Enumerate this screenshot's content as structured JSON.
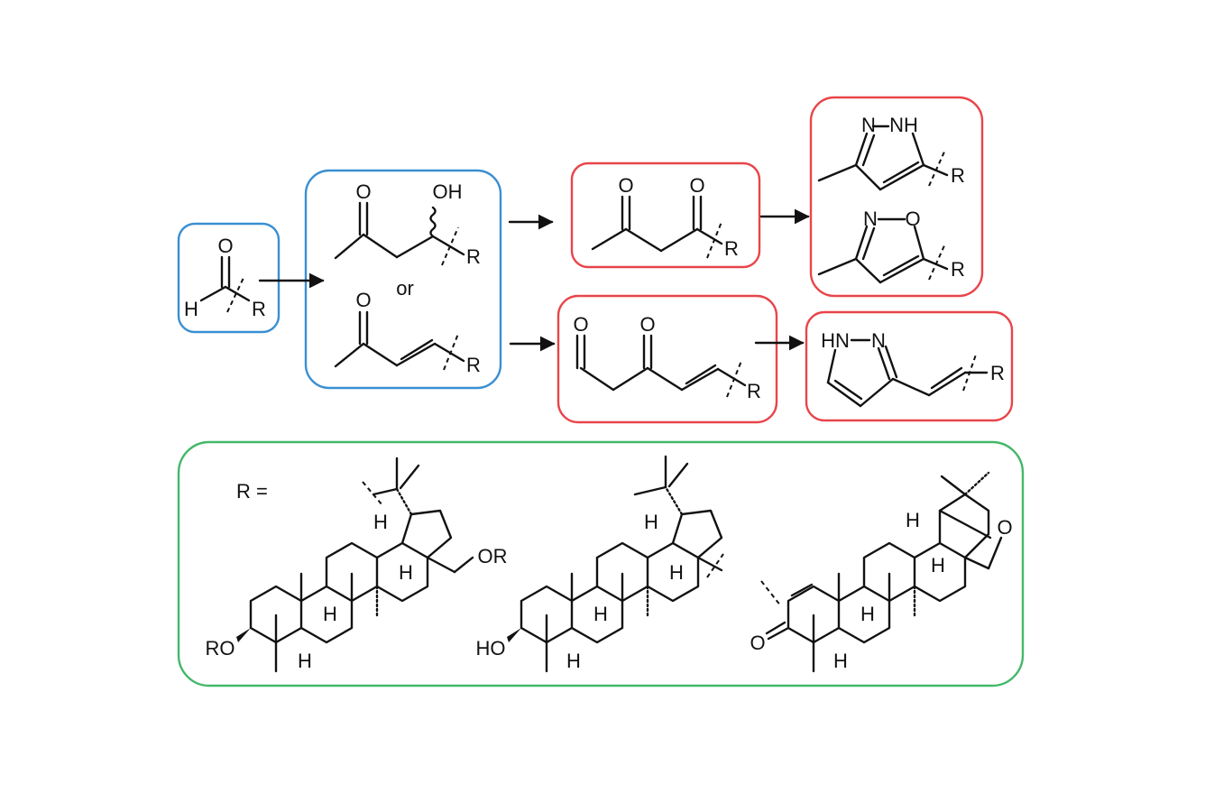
{
  "colors": {
    "starting_material_box": "#3a8fd1",
    "product_box": "#e8454a",
    "r_group_box": "#43b86a",
    "ink": "#111111"
  },
  "reactant": {
    "atoms": {
      "o": "O",
      "h": "H",
      "r": "R"
    }
  },
  "intermediates": {
    "aldol": {
      "o": "O",
      "oh": "OH",
      "r": "R"
    },
    "or_label": "or",
    "enone": {
      "o": "O",
      "r": "R"
    }
  },
  "diketone": {
    "o1": "O",
    "o2": "O",
    "r": "R"
  },
  "pyrazole_isoxazole": {
    "pyrazole": {
      "n": "N",
      "nh": "NH",
      "r": "R"
    },
    "isoxazole": {
      "n": "N",
      "o": "O",
      "r": "R"
    }
  },
  "keto_aldehyde": {
    "o1": "O",
    "o2": "O",
    "r": "R"
  },
  "vinyl_pyrazole": {
    "hn": "HN",
    "n": "N",
    "r": "R"
  },
  "r_group": {
    "label": "R =",
    "betulin": {
      "ro": "RO",
      "or": "OR",
      "h": "H"
    },
    "lupeol": {
      "ho": "HO",
      "h": "H"
    },
    "allobetulone": {
      "o": "O",
      "ring_o": "O",
      "h": "H"
    }
  }
}
